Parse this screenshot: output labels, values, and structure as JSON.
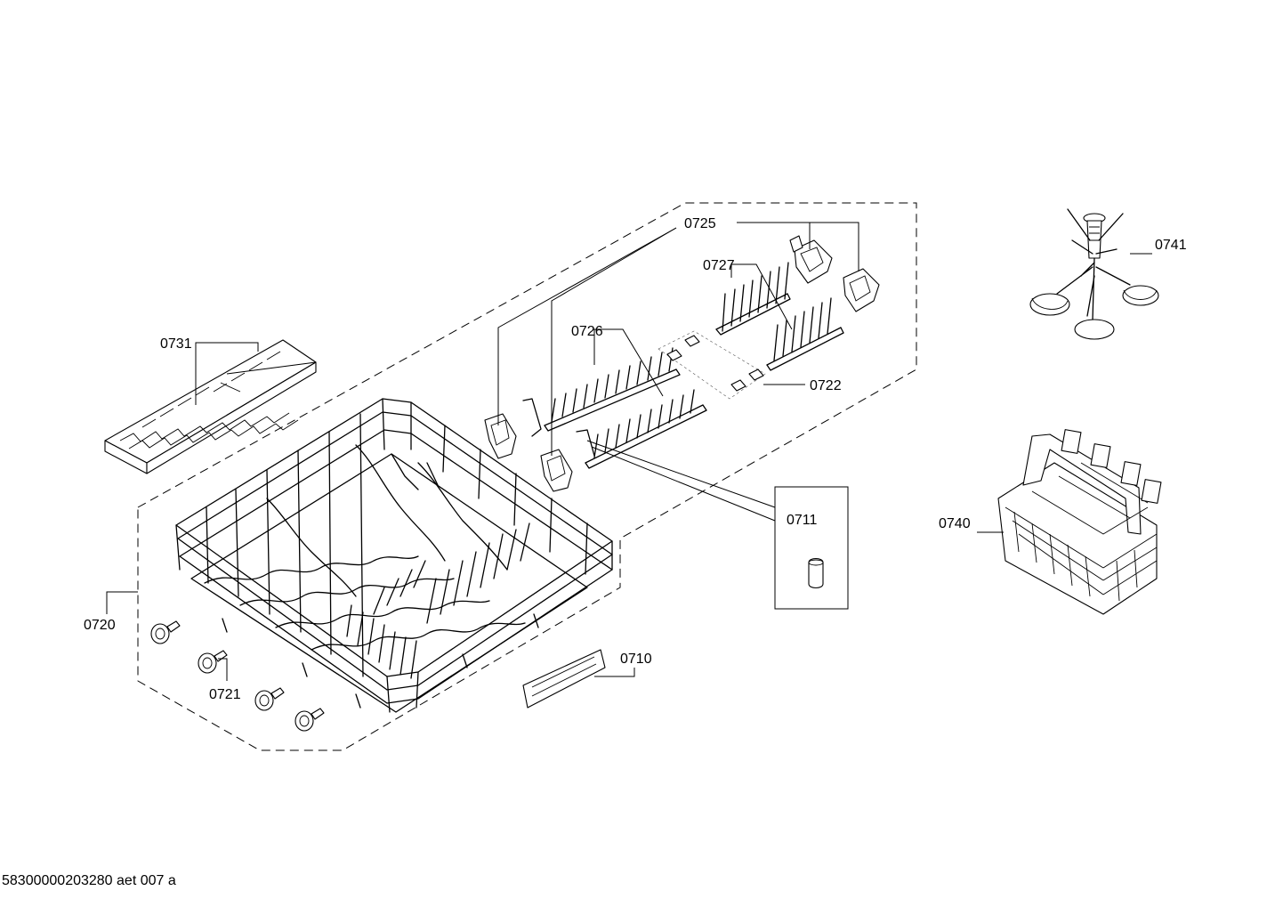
{
  "labels": {
    "p0725": "0725",
    "p0727": "0727",
    "p0726": "0726",
    "p0722": "0722",
    "p0711": "0711",
    "p0731": "0731",
    "p0720": "0720",
    "p0721": "0721",
    "p0710": "0710",
    "p0741": "0741",
    "p0740": "0740"
  },
  "footer": {
    "code": "58300000203280 aet 007 a"
  }
}
